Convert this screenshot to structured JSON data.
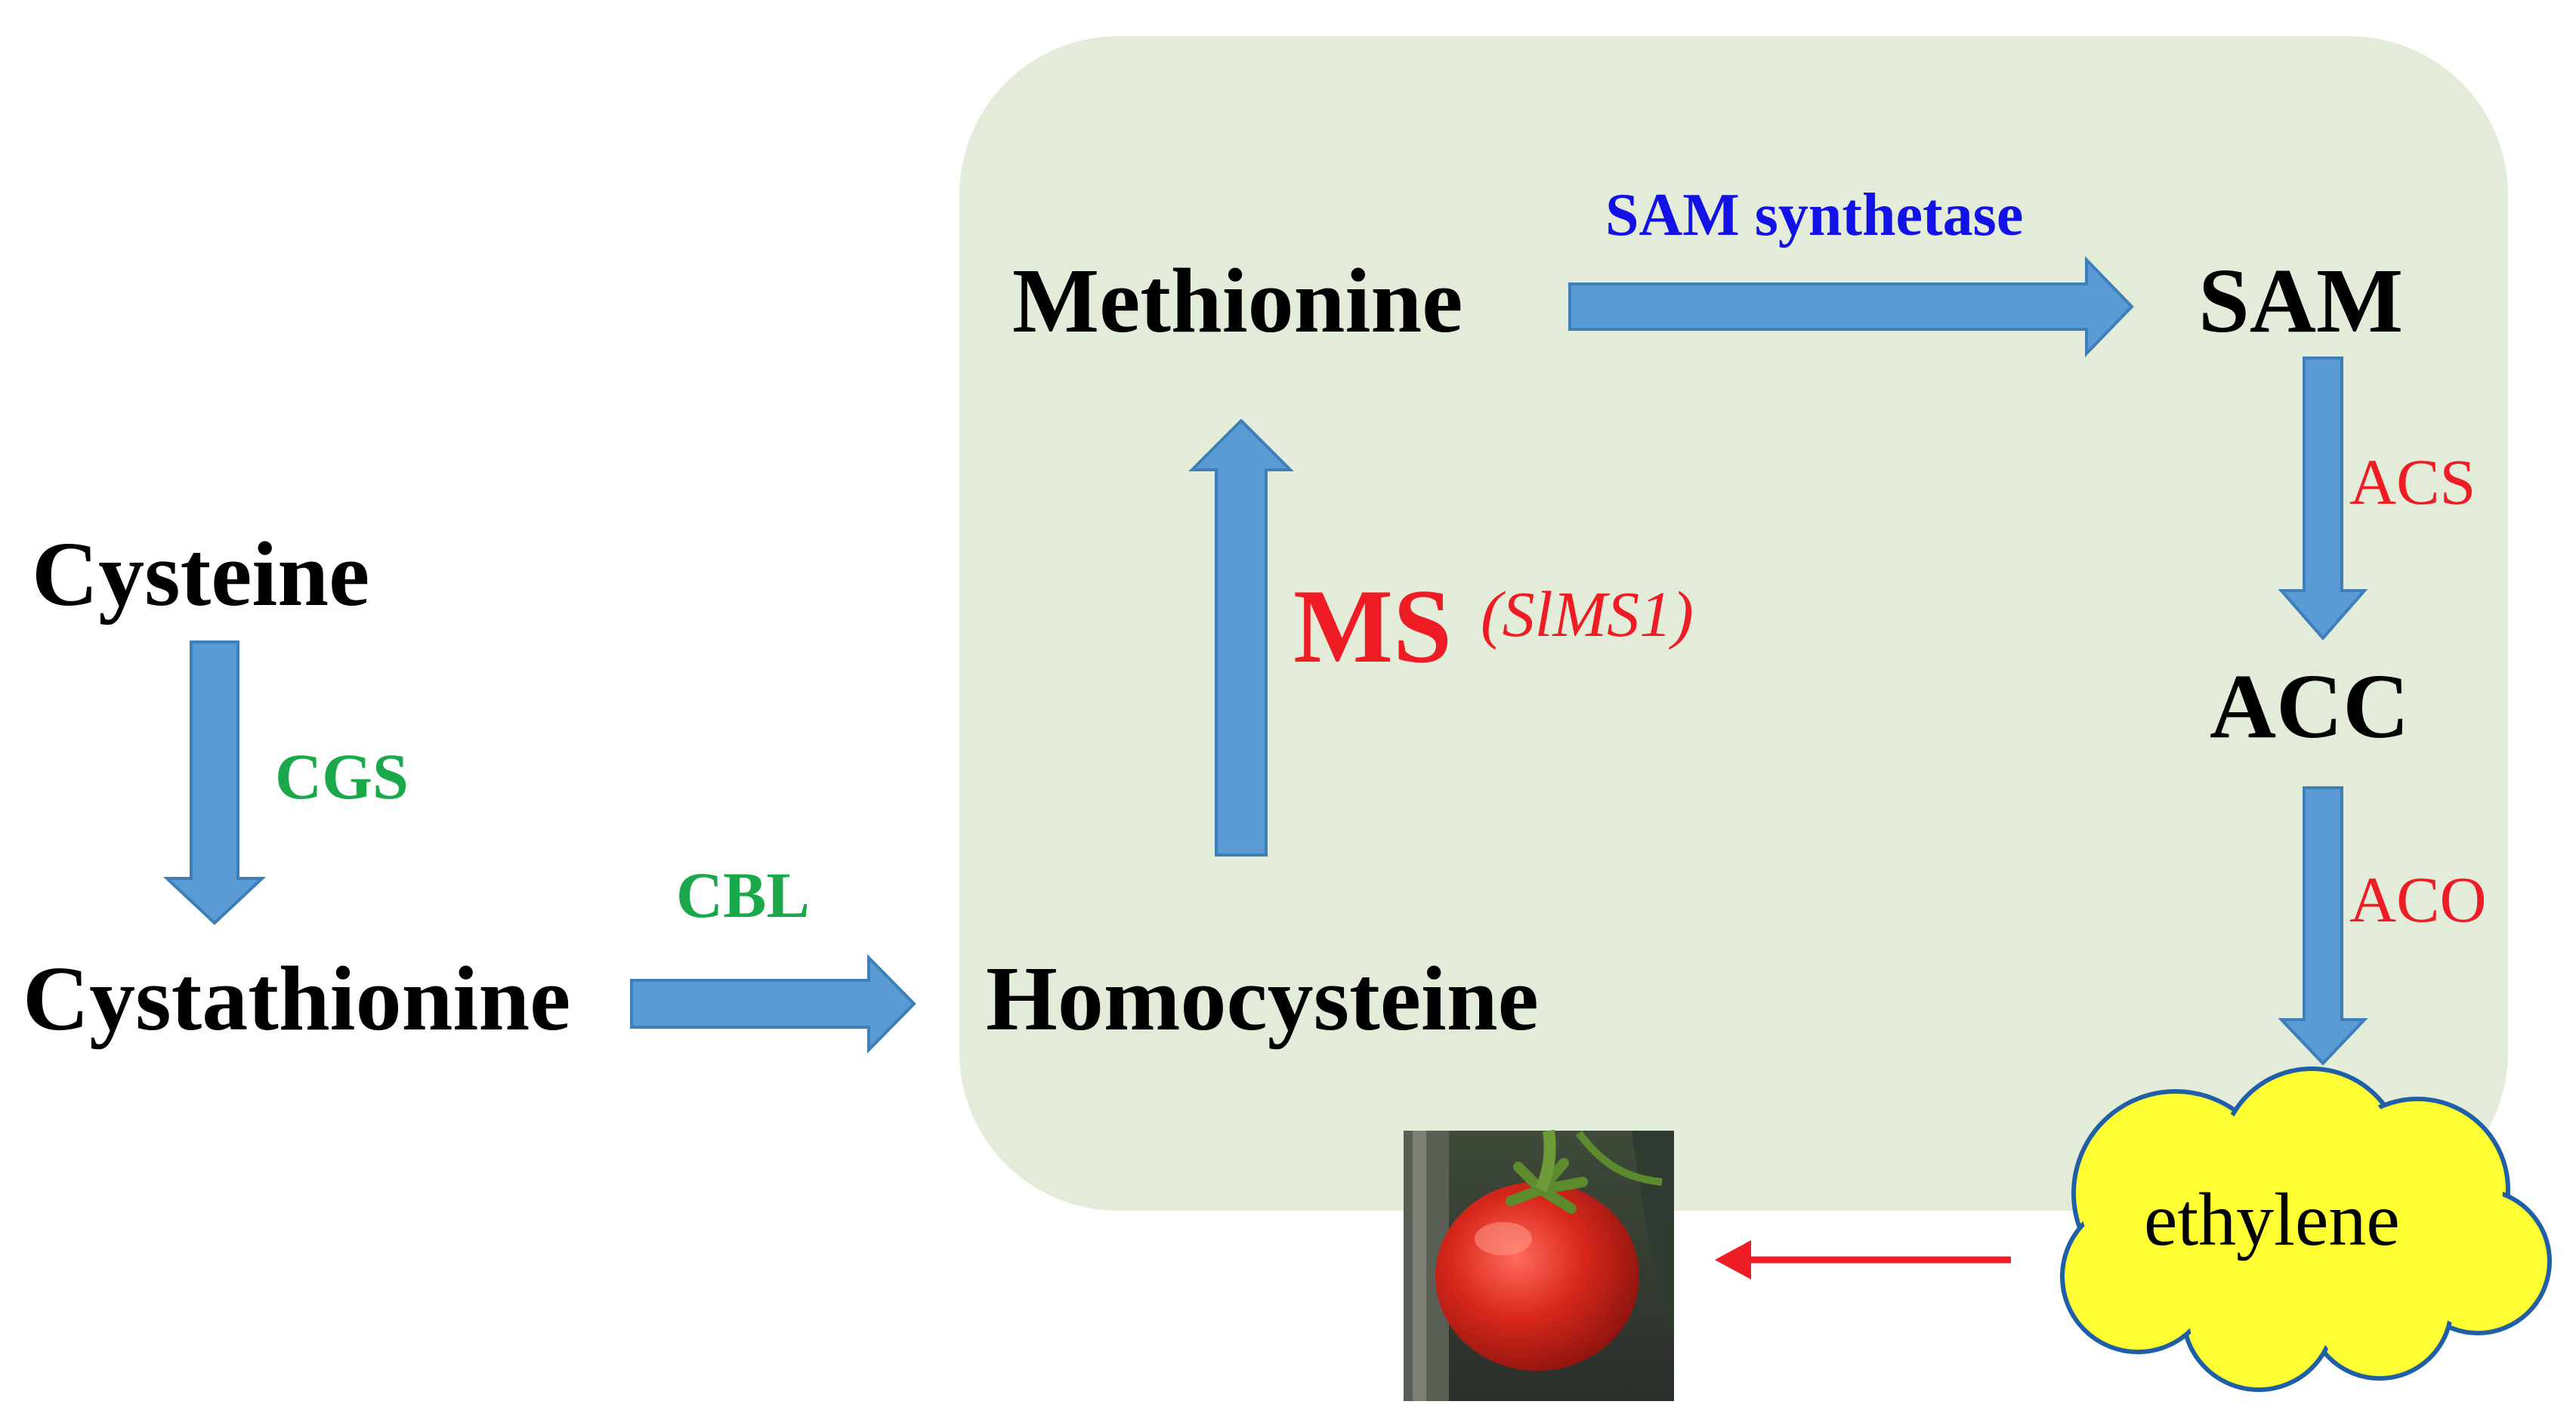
{
  "metabolites": {
    "cysteine": "Cysteine",
    "cystathionine": "Cystathionine",
    "homocysteine": "Homocysteine",
    "methionine": "Methionine",
    "sam": "SAM",
    "acc": "ACC",
    "ethylene": "ethylene"
  },
  "enzymes": {
    "cgs": "CGS",
    "cbl": "CBL",
    "ms": "MS",
    "ms_gene": "(SlMS1)",
    "sam_synthetase": "SAM synthetase",
    "acs": "ACS",
    "aco": "ACO"
  },
  "colors": {
    "box": "#e3ecd9",
    "arrow": "#5b9bd5",
    "arrow_edge": "#3f7fb8",
    "green_label": "#1aa84a",
    "red_label": "#ee1c24",
    "blue_label": "#1212e6",
    "cloud": "#ffff33",
    "red_arrow": "#ee1c24"
  },
  "icons": {
    "tomato": "tomato-fruit-photo"
  }
}
